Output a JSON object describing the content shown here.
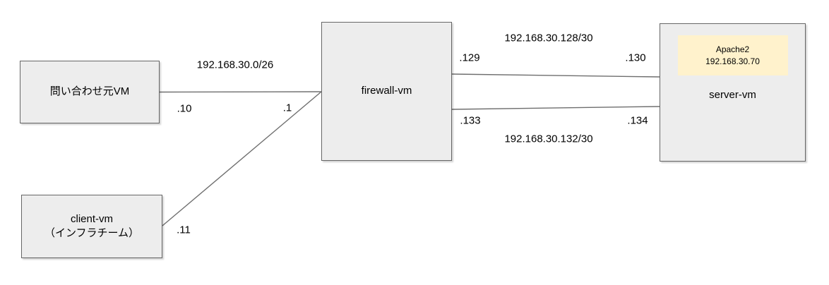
{
  "nodes": {
    "inquiry_vm": {
      "label": "問い合わせ元VM"
    },
    "client_vm": {
      "label_line1": "client-vm",
      "label_line2": "（インフラチーム）"
    },
    "firewall_vm": {
      "label": "firewall-vm"
    },
    "server_vm": {
      "label": "server-vm",
      "service": {
        "name": "Apache2",
        "ip": "192.168.30.70"
      }
    }
  },
  "networks": {
    "lan": {
      "cidr": "192.168.30.0/26",
      "inquiry_vm_ip": ".10",
      "firewall_ip": ".1",
      "client_vm_ip": ".11"
    },
    "upper_link": {
      "cidr": "192.168.30.128/30",
      "firewall_ip": ".129",
      "server_ip": ".130"
    },
    "lower_link": {
      "cidr": "192.168.30.132/30",
      "firewall_ip": ".133",
      "server_ip": ".134"
    }
  },
  "colors": {
    "node_fill": "#ededed",
    "node_border": "#666666",
    "edge": "#6e6e6e",
    "service_fill": "#fff2cc",
    "text": "#000000",
    "background": "#ffffff"
  }
}
